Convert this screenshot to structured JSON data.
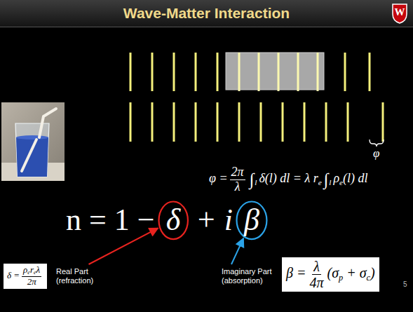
{
  "diagram": {
    "title": "Wave-Matter Interaction",
    "nodes": [
      {
        "text": [
          "W"
        ]
      },
      {
        "text": [
          "δ"
        ]
      },
      {
        "text": [
          "β"
        ]
      },
      {
        "text": [
          "δ =",
          "ρ",
          "e",
          "r",
          "e",
          "λ",
          "2π"
        ]
      },
      {
        "text": [
          "β =",
          "λ",
          "4π",
          "(σ",
          "p",
          "+ σ",
          "c",
          ")"
        ]
      }
    ],
    "labels": [
      "φ =",
      "2π",
      "λ",
      "∫",
      "l",
      "δ(l) dl = λ r",
      "e",
      "∫",
      "l",
      "ρ",
      "e",
      "(l) dl",
      "φ",
      "n = 1 −",
      "+ i",
      "Real Part (refraction)",
      "Imaginary Part (absorption)",
      "5"
    ]
  }
}
